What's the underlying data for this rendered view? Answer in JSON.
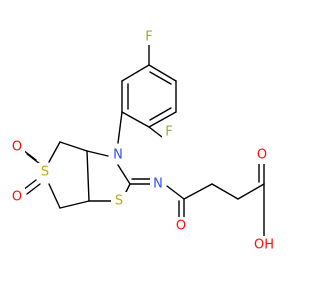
{
  "colors": {
    "background": "#ffffff",
    "bond": "#000000",
    "F": "#8db33a",
    "N": "#3050f8",
    "S": "#c6a61c",
    "O": "#ff0d0d"
  },
  "atoms": {
    "F_top": {
      "text": "F",
      "element": "F"
    },
    "F_ortho": {
      "text": "F",
      "element": "F"
    },
    "N_ring": {
      "text": "N",
      "element": "N"
    },
    "N_imine": {
      "text": "N",
      "element": "N"
    },
    "S_sulfone": {
      "text": "S",
      "element": "S"
    },
    "O_sulfone_top": {
      "text": "O",
      "element": "O"
    },
    "O_sulfone_bottom": {
      "text": "O",
      "element": "O"
    },
    "S_thiazolidine": {
      "text": "S",
      "element": "S"
    },
    "O_ketone": {
      "text": "O",
      "element": "O"
    },
    "O_acid_carbonyl": {
      "text": "O",
      "element": "O"
    },
    "OH_acid": {
      "text": "OH",
      "element": "O"
    }
  }
}
